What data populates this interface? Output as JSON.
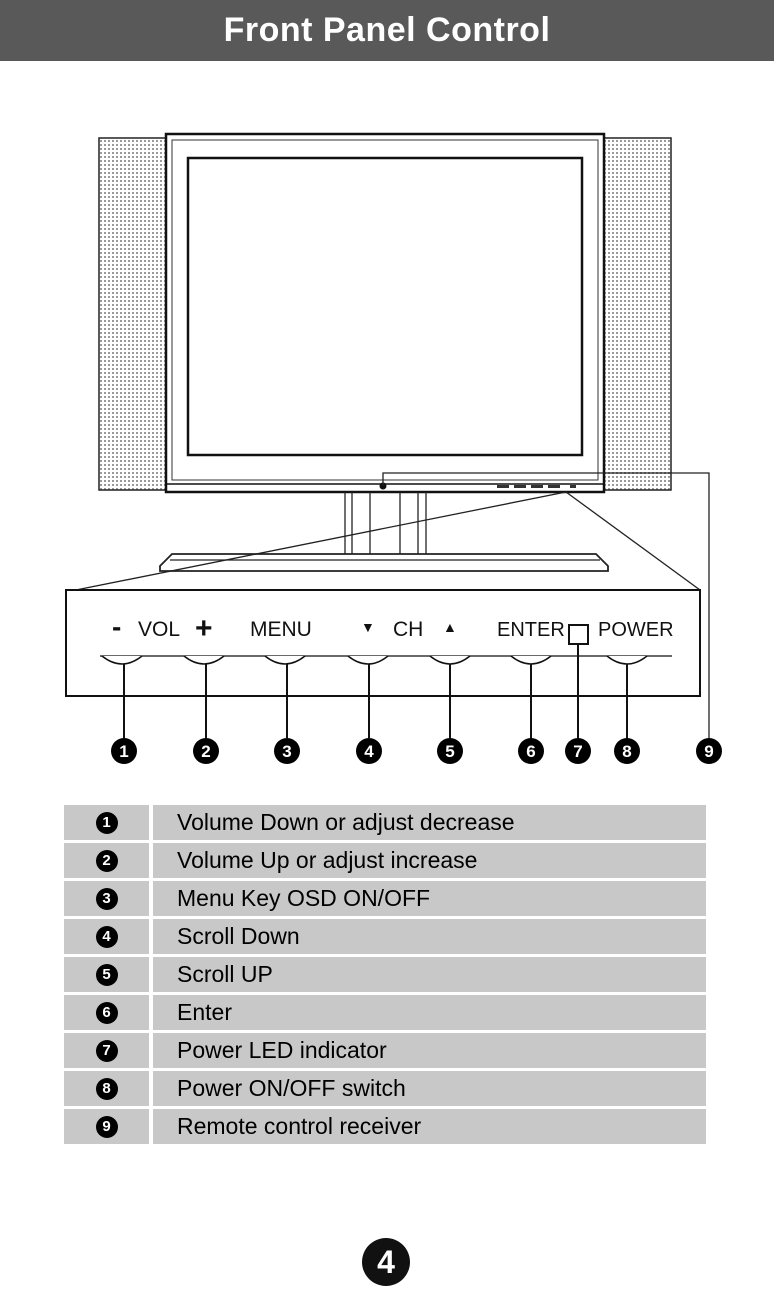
{
  "title": "Front Panel Control",
  "panel_labels": {
    "vol_minus": "-",
    "vol": "VOL",
    "vol_plus": "+",
    "menu": "MENU",
    "ch_down": "▼",
    "ch": "CH",
    "ch_up": "▲",
    "enter": "ENTER",
    "power": "POWER"
  },
  "callouts": [
    "1",
    "2",
    "3",
    "4",
    "5",
    "6",
    "7",
    "8",
    "9"
  ],
  "legend": [
    {
      "num": "1",
      "text": "Volume Down or adjust decrease"
    },
    {
      "num": "2",
      "text": "Volume Up or adjust increase"
    },
    {
      "num": "3",
      "text": "Menu Key OSD ON/OFF"
    },
    {
      "num": "4",
      "text": "Scroll Down"
    },
    {
      "num": "5",
      "text": "Scroll UP"
    },
    {
      "num": "6",
      "text": "Enter"
    },
    {
      "num": "7",
      "text": "Power LED indicator"
    },
    {
      "num": "8",
      "text": "Power ON/OFF switch"
    },
    {
      "num": "9",
      "text": "Remote control receiver"
    }
  ],
  "page_number": "4",
  "colors": {
    "header_bg": "#595959",
    "table_bg": "#c8c8c8",
    "badge": "#000000"
  }
}
